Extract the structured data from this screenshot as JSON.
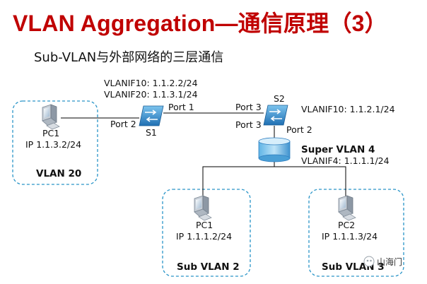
{
  "title": "VLAN Aggregation—通信原理（3）",
  "subtitle": "Sub-VLAN与外部网络的三层通信",
  "s1": {
    "name": "S1",
    "vlanif_lines": [
      "VLANIF10: 1.1.2.2/24",
      "VLANIF20: 1.1.3.1/24"
    ],
    "port_left": "Port 2",
    "port_right": "Port 1"
  },
  "s2": {
    "name": "S2",
    "port_top": "Port 3",
    "port_left": "Port 3",
    "port_down": "Port 2",
    "vlanif": "VLANIF10: 1.1.2.1/24"
  },
  "super_vlan": {
    "name": "Super VLAN 4",
    "vlanif": "VLANIF4: 1.1.1.1/24"
  },
  "groups": [
    {
      "pc": "PC1",
      "ip": "IP 1.1.3.2/24",
      "vlan": "VLAN 20"
    },
    {
      "pc": "PC1",
      "ip": "IP 1.1.1.2/24",
      "vlan": "Sub VLAN 2"
    },
    {
      "pc": "PC2",
      "ip": "IP 1.1.1.3/24",
      "vlan": "Sub VLAN 3"
    }
  ],
  "watermark": "山海门",
  "colors": {
    "title": "#c00000",
    "box_border": "#2a95c8",
    "device": "#2f7fc0"
  },
  "icons": [
    "switch-icon",
    "pc-icon",
    "storage-cylinder-icon",
    "wechat-logo-icon"
  ]
}
